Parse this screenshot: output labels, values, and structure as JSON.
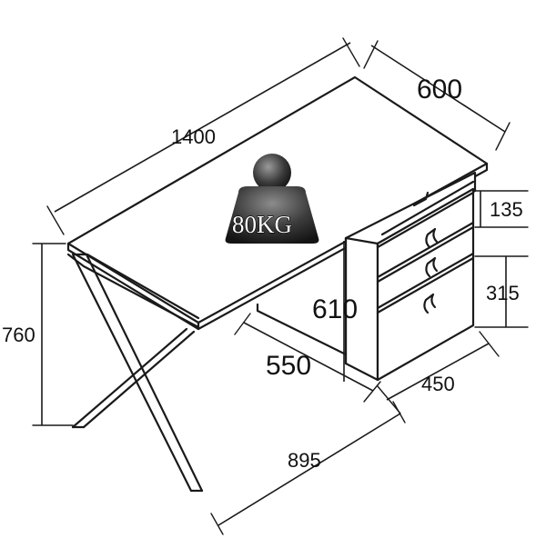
{
  "dimensions": {
    "length": "1400",
    "width": "600",
    "height": "760",
    "leg_span": "895",
    "cabinet_height": "610",
    "cabinet_depth": "550",
    "cabinet_width": "450",
    "top_drawer_height": "135",
    "drawer_height": "315"
  },
  "load_badge": {
    "label": "80KG",
    "icon": "weight-icon"
  },
  "colors": {
    "line": "#1a1a1a",
    "weight_dark": "#2a2a2a",
    "weight_light": "#8a8a8a"
  }
}
